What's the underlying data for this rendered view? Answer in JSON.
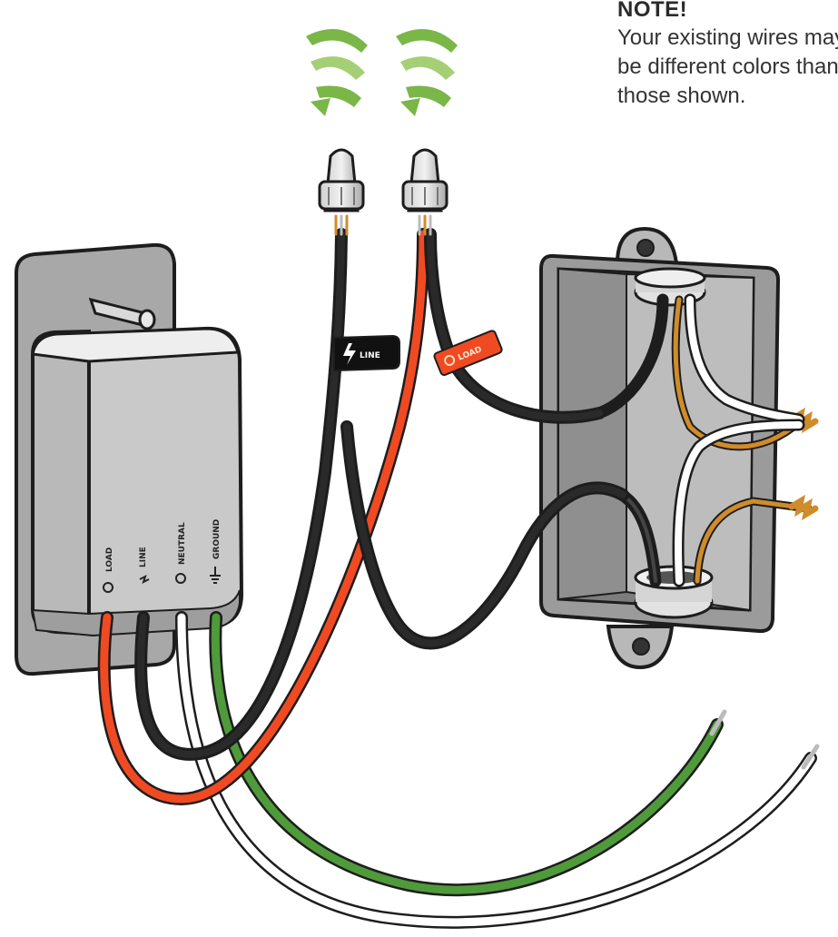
{
  "note": {
    "title": "NOTE!",
    "lines": [
      "Your existing wires may",
      "be different colors than",
      "those shown."
    ]
  },
  "tags": {
    "line_tag": "LINE",
    "load_tag": "LOAD"
  },
  "terminals": {
    "load": "LOAD",
    "line": "LINE",
    "neutral": "NEUTRAL",
    "ground": "GROUND"
  },
  "colors": {
    "arrow_green": "#7ab648",
    "line_wire": "#1d1d1d",
    "load_wire": "#f04a23",
    "neutral_wire": "#ffffff",
    "ground_wire": "#4f9a3a",
    "copper": "#d08c2a",
    "box_gray": "#9a9a9a",
    "load_tag": "#f04a23",
    "line_tag": "#111111"
  },
  "icons": [
    "twist-arrow-icon",
    "twist-arrow-icon",
    "wire-nut-icon",
    "wire-nut-icon",
    "lightning-icon",
    "bulb-icon"
  ]
}
